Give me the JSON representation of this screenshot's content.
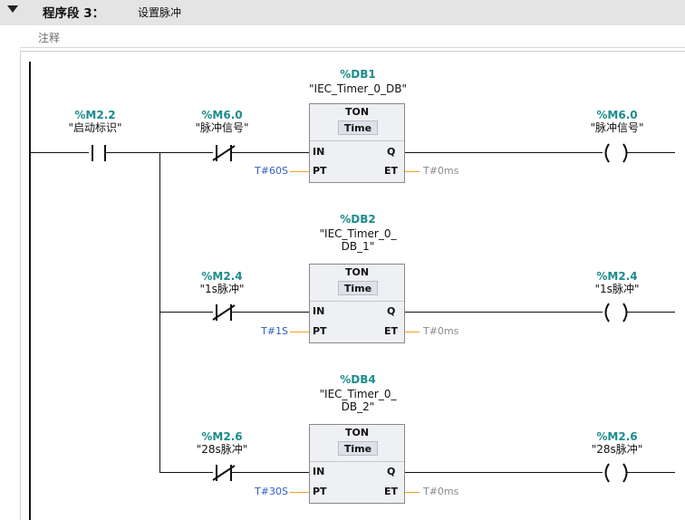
{
  "header": {
    "title": "程序段 3：",
    "subtitle": "设置脉冲"
  },
  "comment": {
    "placeholder": "注释"
  },
  "rungs": [
    {
      "db_addr": "%DB1",
      "db_name": "\"IEC_Timer_0_DB\"",
      "contact1": {
        "addr": "%M2.2",
        "name": "\"启动标识\""
      },
      "contact2": {
        "addr": "%M6.0",
        "name": "\"脉冲信号\""
      },
      "timer_type": "TON",
      "time_label": "Time",
      "pin_in": "IN",
      "pin_q": "Q",
      "pin_pt": "PT",
      "pin_et": "ET",
      "pt_value": "T#60S",
      "et_value": "T#0ms",
      "coil": {
        "addr": "%M6.0",
        "name": "\"脉冲信号\""
      }
    },
    {
      "db_addr": "%DB2",
      "db_name_line1": "\"IEC_Timer_0_",
      "db_name_line2": "DB_1\"",
      "contact": {
        "addr": "%M2.4",
        "name": "\"1s脉冲\""
      },
      "timer_type": "TON",
      "time_label": "Time",
      "pin_in": "IN",
      "pin_q": "Q",
      "pin_pt": "PT",
      "pin_et": "ET",
      "pt_value": "T#1S",
      "et_value": "T#0ms",
      "coil": {
        "addr": "%M2.4",
        "name": "\"1s脉冲\""
      }
    },
    {
      "db_addr": "%DB4",
      "db_name_line1": "\"IEC_Timer_0_",
      "db_name_line2": "DB_2\"",
      "contact": {
        "addr": "%M2.6",
        "name": "\"28s脉冲\""
      },
      "timer_type": "TON",
      "time_label": "Time",
      "pin_in": "IN",
      "pin_q": "Q",
      "pin_pt": "PT",
      "pin_et": "ET",
      "pt_value": "T#30S",
      "et_value": "T#0ms",
      "coil": {
        "addr": "%M2.6",
        "name": "\"28s脉冲\""
      }
    }
  ]
}
